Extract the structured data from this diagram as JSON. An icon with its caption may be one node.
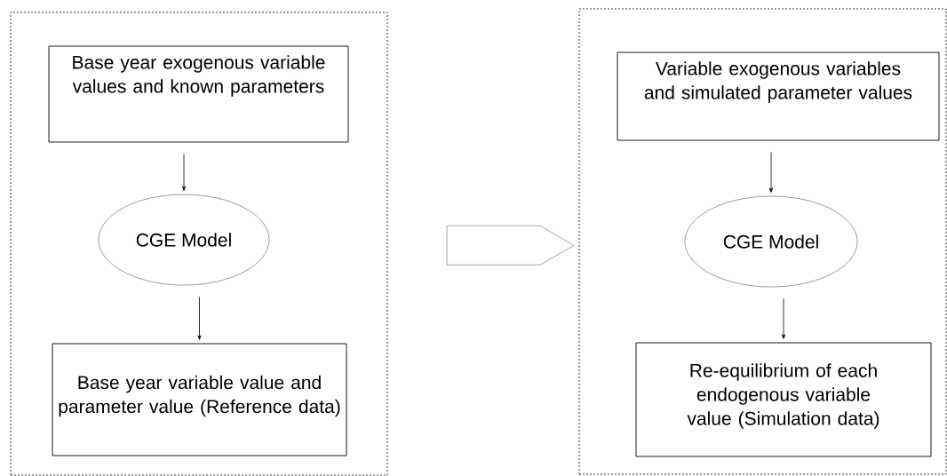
{
  "diagram": {
    "nodes": [
      {
        "text": [],
        "shape": "box"
      },
      {
        "text": [
          "Base year exogenous variable values and known parameters"
        ],
        "in": 0
      },
      {
        "text": [
          "CGE Model"
        ],
        "in": 0
      },
      {
        "text": [
          "Base year variable value and parameter value (Reference data)"
        ],
        "in": 0
      },
      {
        "text": [],
        "shape": "box"
      },
      {
        "text": [
          "Variable exogenous variables and simulated parameter values"
        ],
        "in": 4
      },
      {
        "text": [
          "CGE Model"
        ],
        "in": 4
      },
      {
        "text": [
          "Re-equilibrium of each endogenous variable value (Simulation data)"
        ],
        "in": 4
      }
    ],
    "edges": [
      {
        "from": 1,
        "to": 2,
        "arrow": "to"
      },
      {
        "from": 2,
        "to": 3,
        "arrow": "to"
      },
      {
        "from": 5,
        "to": 6,
        "arrow": "to"
      },
      {
        "from": 6,
        "to": 7,
        "arrow": "to"
      },
      {
        "from": 0,
        "to": 4,
        "arrow": "to",
        "style": "thick",
        "color": "#8a8f99"
      }
    ]
  }
}
